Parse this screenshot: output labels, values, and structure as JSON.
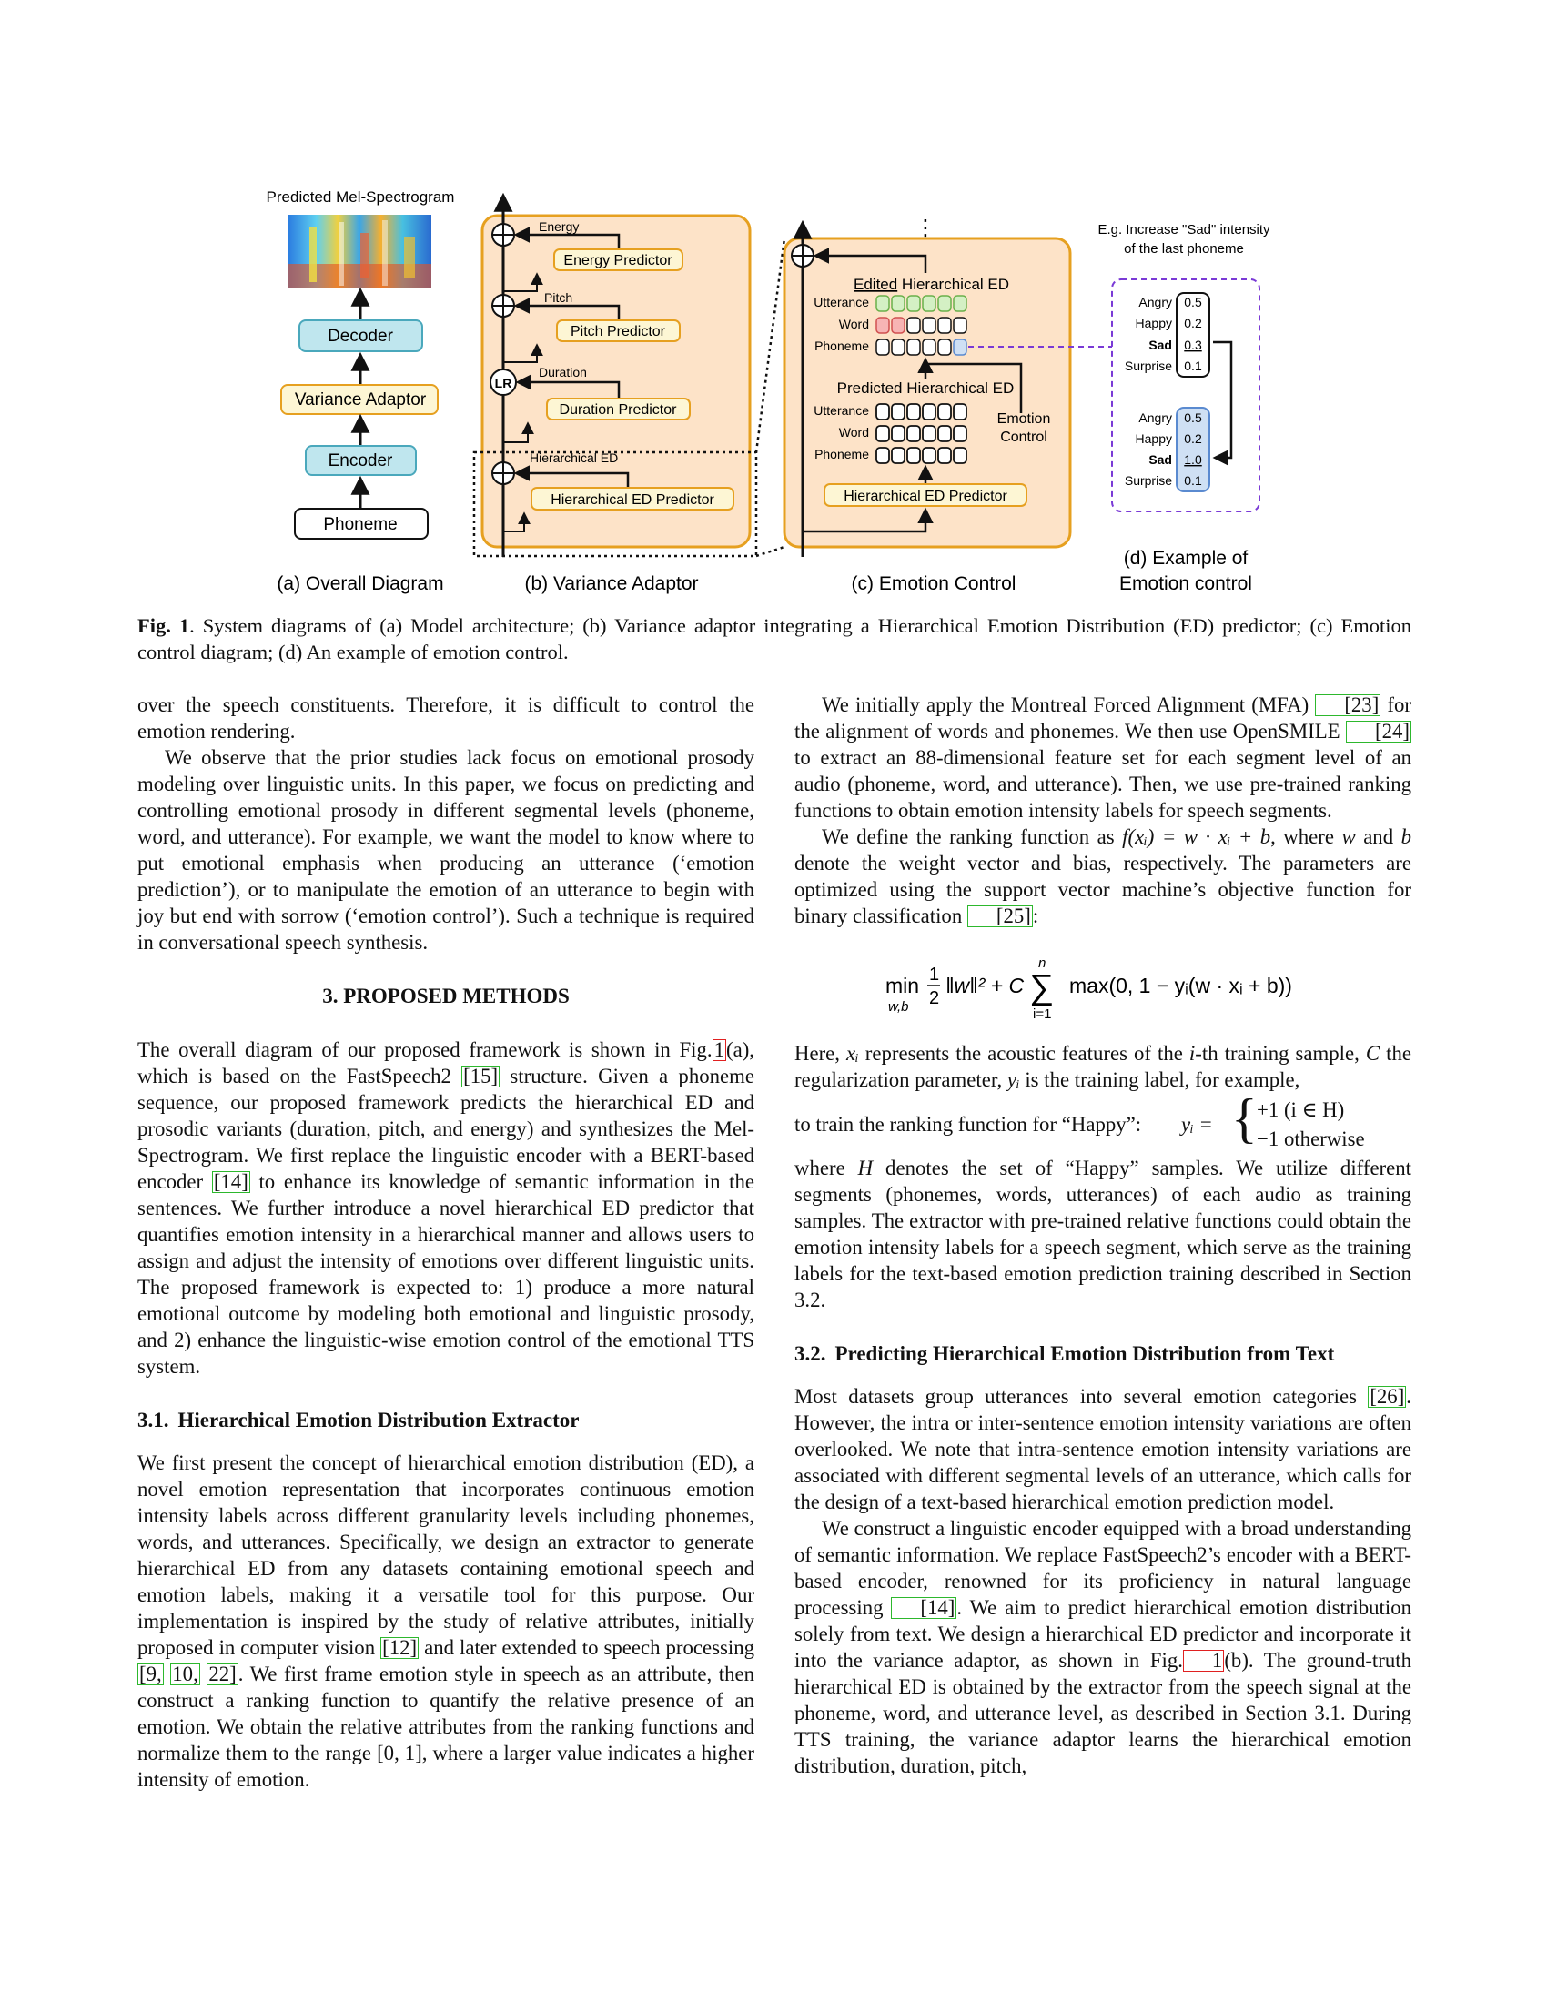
{
  "figure": {
    "panel_a": {
      "mel_label": "Predicted Mel-Spectrogram",
      "decoder": "Decoder",
      "variance_adaptor": "Variance Adaptor",
      "encoder": "Encoder",
      "phoneme": "Phoneme",
      "caption": "(a) Overall Diagram"
    },
    "panel_b": {
      "energy_label": "Energy",
      "energy_predictor": "Energy Predictor",
      "pitch_label": "Pitch",
      "pitch_predictor": "Pitch Predictor",
      "lr": "LR",
      "duration_label": "Duration",
      "duration_predictor": "Duration Predictor",
      "hed_label": "Hierarchical ED",
      "hed_predictor": "Hierarchical ED Predictor",
      "caption": "(b) Variance Adaptor"
    },
    "panel_c": {
      "edited_title_u": "Edited",
      "edited_title_rest": " Hierarchical ED",
      "predicted_title": "Predicted Hierarchical ED",
      "row_utterance": "Utterance",
      "row_word": "Word",
      "row_phoneme": "Phoneme",
      "emotion_control_1": "Emotion",
      "emotion_control_2": "Control",
      "hed_predictor": "Hierarchical ED Predictor",
      "dots": "⋮",
      "caption": "(c) Emotion Control"
    },
    "panel_d": {
      "note_1": "E.g. Increase \"Sad\" intensity",
      "note_2": "of the last phoneme",
      "emotions": [
        "Angry",
        "Happy",
        "Sad",
        "Surprise"
      ],
      "before_values": [
        "0.5",
        "0.2",
        "0.3",
        "0.1"
      ],
      "after_values": [
        "0.5",
        "0.2",
        "1.0",
        "0.1"
      ],
      "caption_1": "(d) Example of",
      "caption_2": "Emotion control"
    }
  },
  "caption": {
    "label": "Fig. 1",
    "text": ". System diagrams of (a) Model architecture; (b) Variance adaptor integrating a Hierarchical Emotion Distribution (ED) predictor; (c) Emotion control diagram; (d) An example of emotion control."
  },
  "left": {
    "p1": "over the speech constituents. Therefore, it is difficult to control the emotion rendering.",
    "p2": "We observe that the prior studies lack focus on emotional prosody modeling over linguistic units. In this paper, we focus on predicting and controlling emotional prosody in different segmental levels (phoneme, word, and utterance). For example, we want the model to know where to put emotional emphasis when producing an utterance (‘emotion prediction’), or to manipulate the emotion of an utterance to begin with joy but end with sorrow (‘emotion control’). Such a technique is required in conversational speech synthesis.",
    "sec3": "3. PROPOSED METHODS",
    "p3a": "The overall diagram of our proposed framework is shown in Fig.",
    "p3_fig": "1",
    "p3b": "(a), which is based on the FastSpeech2 ",
    "p3_ref1": "[15]",
    "p3c": " structure. Given a phoneme sequence, our proposed framework predicts the hierarchical ED and prosodic variants (duration, pitch, and energy) and synthesizes the Mel-Spectrogram. We first replace the linguistic encoder with a BERT-based encoder ",
    "p3_ref2": "[14]",
    "p3d": " to enhance its knowledge of semantic information in the sentences. We further introduce a novel hierarchical ED predictor that quantifies emotion intensity in a hierarchical manner and allows users to assign and adjust the intensity of emotions over different linguistic units. The proposed framework is expected to: 1) produce a more natural emotional outcome by modeling both emotional and linguistic prosody, and 2) enhance the linguistic-wise emotion control of the emotional TTS system.",
    "sub31_num": "3.1.",
    "sub31": "Hierarchical Emotion Distribution Extractor",
    "p4a": "We first present the concept of hierarchical emotion distribution (ED), a novel emotion representation that incorporates continuous emotion intensity labels across different granularity levels including phonemes, words, and utterances. Specifically, we design an extractor to generate hierarchical ED from any datasets containing emotional speech and emotion labels, making it a versatile tool for this purpose. Our implementation is inspired by the study of relative attributes, initially proposed in computer vision ",
    "p4_ref1": "[12]",
    "p4b": " and later extended to speech processing ",
    "p4_ref2": "[9,",
    "p4_ref3": "10,",
    "p4_ref4": "22]",
    "p4c": ". We first frame emotion style in speech as an attribute, then construct a ranking function to quantify the relative presence of an emotion. We obtain the relative attributes from the ranking functions and normalize them to the range [0, 1], where a larger value indicates a higher intensity of emotion."
  },
  "right": {
    "p1a": "We initially apply the Montreal Forced Alignment (MFA) ",
    "p1_ref1": "[23]",
    "p1b": " for the alignment of words and phonemes. We then use OpenSMILE ",
    "p1_ref2": "[24]",
    "p1c": " to extract an 88-dimensional feature set for each segment level of an audio (phoneme, word, and utterance). Then, we use pre-trained ranking functions to obtain emotion intensity labels for speech segments.",
    "p2a": "We define the ranking function as ",
    "p2_math": "f(xᵢ) = w · xᵢ + b",
    "p2b": ", where ",
    "p2_w": "w",
    "p2c": " and ",
    "p2_b": "b",
    "p2d": " denote the weight vector and bias, respectively. The parameters are optimized using the support vector machine’s objective function for binary classification ",
    "p2_ref": "[25]",
    "p2e": ":",
    "eq_min": "min",
    "eq_sub": "w,b",
    "eq_body": "max(0, 1 − yᵢ(w · xᵢ + b))",
    "eq_n": "n",
    "eq_i1": "i=1",
    "p3a": "Here, ",
    "p3_x": "xᵢ",
    "p3b": " represents the acoustic features of the ",
    "p3_i": "i",
    "p3c": "-th training sample, ",
    "p3_C": "C",
    "p3d": " the regularization parameter, ",
    "p3_y": "yᵢ",
    "p3e": " is the training label, for example,",
    "p3_cases_lead": "to train the ranking function for “Happy”: ",
    "p3_case1": "+1   (i ∈ H)",
    "p3_case2": "−1   otherwise",
    "p3f": "where ",
    "p3_H": "H",
    "p3g": " denotes the set of “Happy” samples. We utilize different segments (phonemes, words, utterances) of each audio as training samples. The extractor with pre-trained relative functions could obtain the emotion intensity labels for a speech segment, which serve as the training labels for the text-based emotion prediction training described in Section 3.2.",
    "sub32_num": "3.2.",
    "sub32": "Predicting Hierarchical Emotion Distribution from Text",
    "p4a": "Most datasets group utterances into several emotion categories ",
    "p4_ref": "[26]",
    "p4b": ". However, the intra or inter-sentence emotion intensity variations are often overlooked. We note that intra-sentence emotion intensity variations are associated with different segmental levels of an utterance, which calls for the design of a text-based hierarchical emotion prediction model.",
    "p5a": "We construct a linguistic encoder equipped with a broad understanding of semantic information. We replace FastSpeech2’s encoder with a BERT-based encoder, renowned for its proficiency in natural language processing ",
    "p5_ref": "[14]",
    "p5b": ". We aim to predict hierarchical emotion distribution solely from text. We design a hierarchical ED predictor and incorporate it into the variance adaptor, as shown in Fig.",
    "p5_fig": "1",
    "p5c": "(b). The ground-truth hierarchical ED is obtained by the extractor from the speech signal at the phoneme, word, and utterance level, as described in Section 3.1. During TTS training, the variance adaptor learns the hierarchical emotion distribution, duration, pitch,"
  },
  "colors": {
    "accent_orange": "#e6a020",
    "panel_fill": "#fde3c8",
    "teal_fill": "#bfe6ee",
    "yellow_fill": "#fdf6d4",
    "green_cell": "#d4f0c4",
    "red_cell": "#f7b4b4",
    "blue_cell": "#cfe0f4",
    "purple_dash": "#7a3ad6",
    "ref_green": "#2db82d",
    "ref_red": "#e02020"
  }
}
